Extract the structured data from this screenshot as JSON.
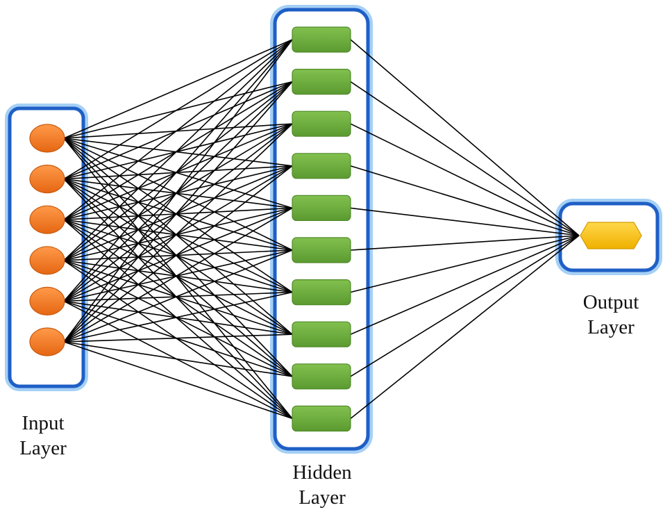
{
  "layers": {
    "input": {
      "line1": "Input",
      "line2": "Layer",
      "node_count": 6
    },
    "hidden": {
      "line1": "Hidden",
      "line2": "Layer",
      "node_count": 10
    },
    "output": {
      "line1": "Output",
      "line2": "Layer",
      "node_count": 1
    }
  },
  "colors": {
    "layer_border": "#1f5fc6",
    "layer_glow": "#8fc4f2",
    "input_node": "#f07a22",
    "hidden_node": "#6fae3e",
    "output_node": "#ffc61a",
    "connection": "#000000"
  },
  "shapes": {
    "input_node": "circle",
    "hidden_node": "rounded-rectangle",
    "output_node": "hexagon"
  }
}
